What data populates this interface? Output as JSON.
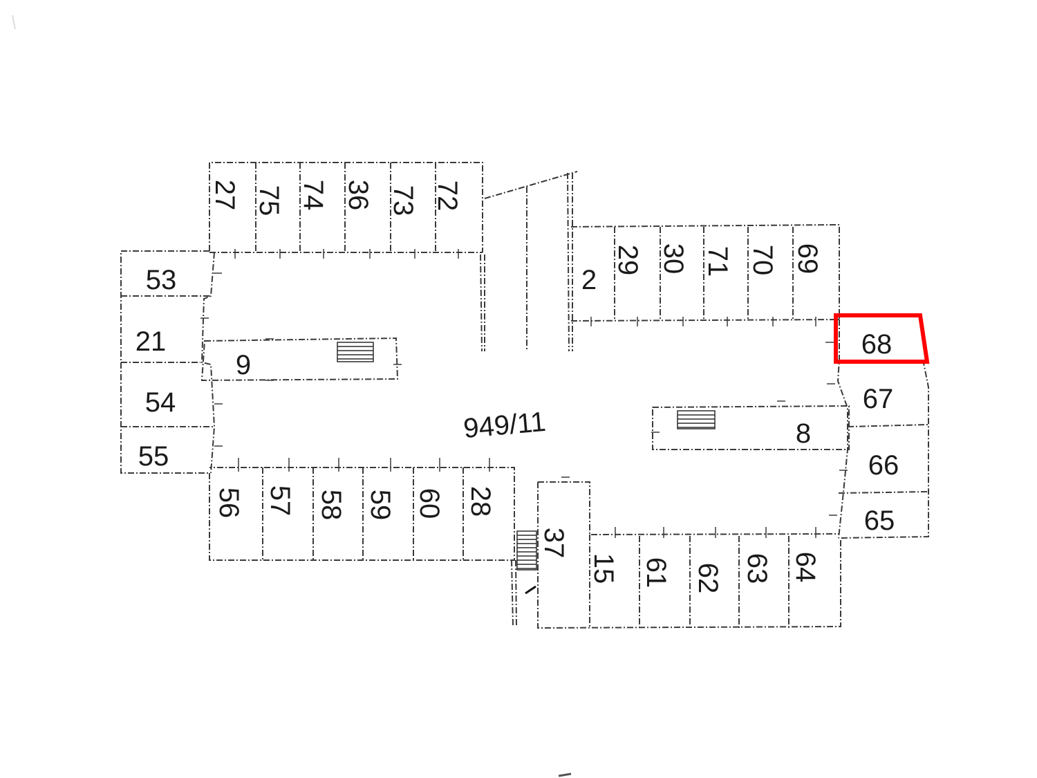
{
  "plan": {
    "common_area": "949/11",
    "highlight_color": "#ff0000",
    "units": {
      "u27": "27",
      "u75": "75",
      "u74": "74",
      "u36": "36",
      "u73": "73",
      "u72": "72",
      "u2": "2",
      "u29": "29",
      "u30": "30",
      "u71": "71",
      "u70": "70",
      "u69": "69",
      "u53": "53",
      "u21": "21",
      "u54": "54",
      "u55": "55",
      "u9": "9",
      "u8": "8",
      "u68": "68",
      "u67": "67",
      "u66": "66",
      "u65": "65",
      "u56": "56",
      "u57": "57",
      "u58": "58",
      "u59": "59",
      "u60": "60",
      "u28": "28",
      "u37": "37",
      "u15": "15",
      "u61": "61",
      "u62": "62",
      "u63": "63",
      "u64": "64"
    }
  }
}
